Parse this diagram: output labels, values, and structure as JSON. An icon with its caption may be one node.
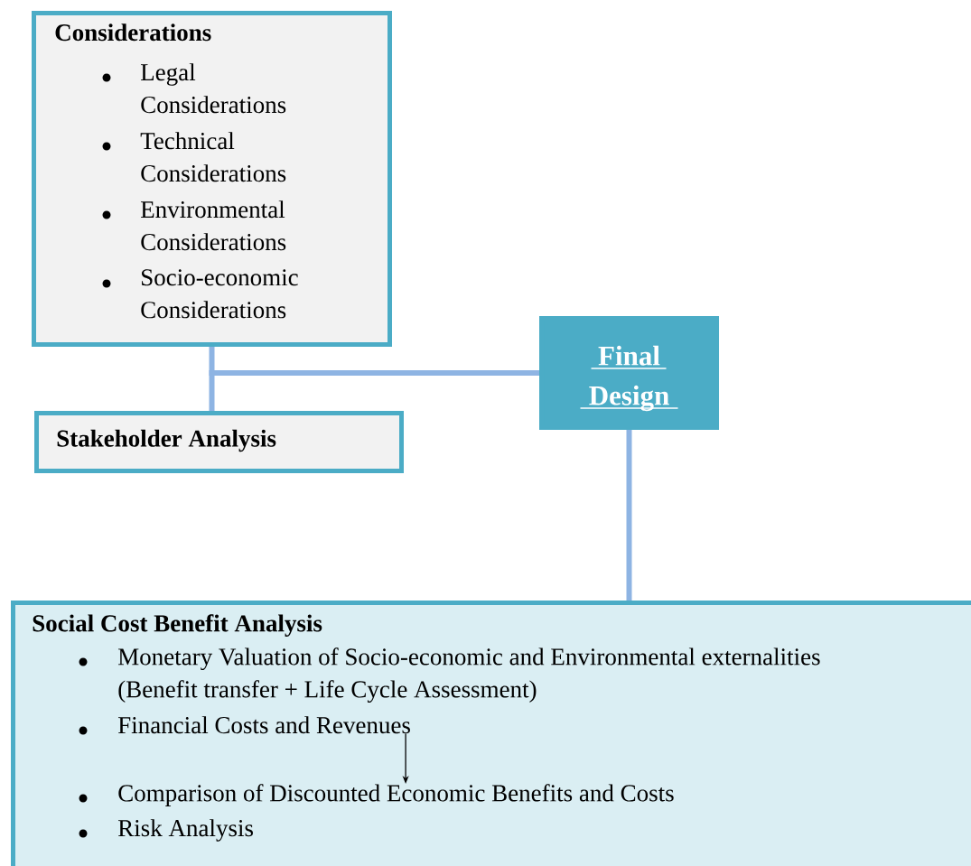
{
  "diagram": {
    "nodes": [
      {
        "text": [
          "Considerations",
          "Legal Considerations",
          "Technical Considerations",
          "Environmental Considerations",
          "Socio-economic Considerations"
        ]
      },
      {
        "text": [
          "Stakeholder Analysis"
        ]
      },
      {
        "text": [
          "Final Design"
        ]
      },
      {
        "text": [
          "Social Cost Benefit Analysis"
        ]
      },
      {
        "text": [
          "Monetary Valuation of Socio-economic and Environmental externalities (Benefit transfer + Life Cycle Assessment)"
        ],
        "in": 3
      },
      {
        "text": [
          "Financial Costs and Revenues"
        ],
        "in": 3
      },
      {
        "text": [
          "Comparison of Discounted Economic Benefits and Costs"
        ],
        "in": 3
      },
      {
        "text": [
          "Risk Analysis"
        ],
        "in": 3
      }
    ],
    "edges": [
      {
        "from": 0,
        "to": 2,
        "arrow": "none"
      },
      {
        "from": 1,
        "to": 2,
        "arrow": "none"
      },
      {
        "from": 2,
        "to": 3,
        "arrow": "none"
      },
      {
        "from": 5,
        "to": 6,
        "arrow": "to",
        "color": "#000000"
      }
    ]
  }
}
